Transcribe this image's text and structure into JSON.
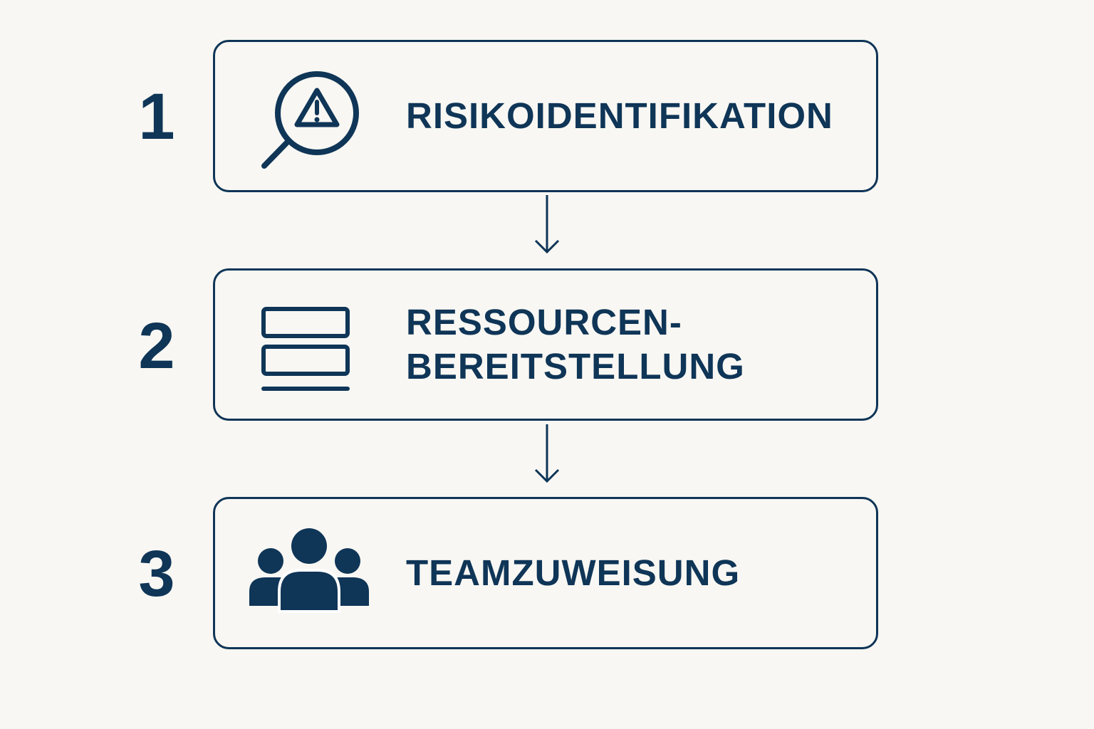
{
  "steps": [
    {
      "number": "1",
      "label": "RISIKOIDENTIFIKATION",
      "icon": "magnifier-warning-icon"
    },
    {
      "number": "2",
      "label_line1": "RESSOURCEN-",
      "label_line2": "BEREITSTELLUNG",
      "icon": "stacked-layers-icon"
    },
    {
      "number": "3",
      "label": "TEAMZUWEISUNG",
      "icon": "team-icon"
    }
  ],
  "colors": {
    "primary": "#0f3557",
    "background": "#f8f7f3"
  }
}
